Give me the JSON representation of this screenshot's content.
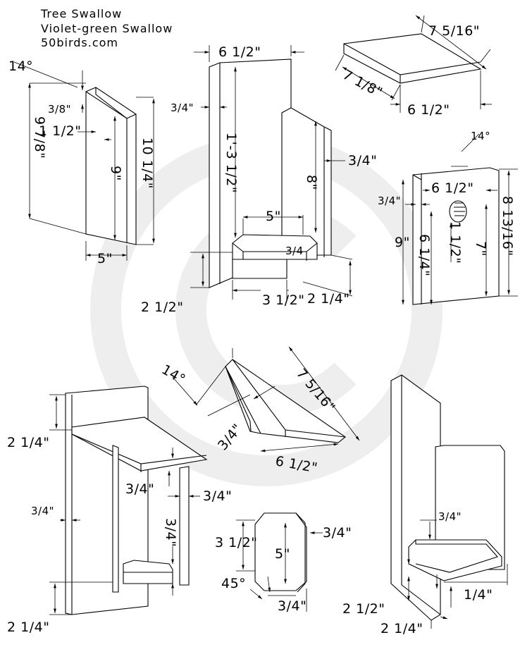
{
  "header": {
    "line1": "Tree Swallow",
    "line2": "Violet-green Swallow",
    "site": "50birds.com"
  },
  "side_panel": {
    "angle": "14°",
    "height_back": "9 7/8\"",
    "notch": "3/8\"",
    "offset": "1 1/2\"",
    "height_front": "9\"",
    "height_total": "10 1/4\"",
    "depth": "5\""
  },
  "back_front": {
    "width": "6 1/2\"",
    "thick_back": "3/4\"",
    "height_back": "1'-3 1/2\"",
    "height_front": "8\"",
    "thick_front": "3/4\"",
    "inner_width": "5\"",
    "floor_label": "3/4",
    "bottom_ext": "2 1/2\"",
    "floor_depth": "3 1/2\"",
    "floor_drop": "2 1/4\""
  },
  "roof": {
    "length": "7 5/16\"",
    "depth": "7 1/8\"",
    "width": "6 1/2\""
  },
  "front_panel": {
    "angle": "14°",
    "width": "6 1/2\"",
    "thick": "3/4\"",
    "height_left": "9\"",
    "hole_height": "6 1/4\"",
    "hole_diameter": "1 1/2\"",
    "hole_span": "7\"",
    "height_total": "8 13/16\""
  },
  "assembly": {
    "top_ext": "2 1/4\"",
    "side_thick": "3/4\"",
    "roof_thick": "3/4\"",
    "right_thick": "3/4\"",
    "floor_thick": "3/4\"",
    "bottom_ext": "2 1/4\""
  },
  "roof_iso": {
    "angle": "14°",
    "length": "7 5/16\"",
    "thick": "3/4\"",
    "width": "6 1/2\""
  },
  "floor": {
    "height": "3 1/2\"",
    "inner": "5\"",
    "thick": "3/4\"",
    "chamfer": "45°",
    "bottom_thick": "3/4\""
  },
  "cutaway": {
    "floor_thick": "3/4\"",
    "gap": "1/4\"",
    "ext_a": "2 1/2\"",
    "ext_b": "2 1/4\""
  }
}
